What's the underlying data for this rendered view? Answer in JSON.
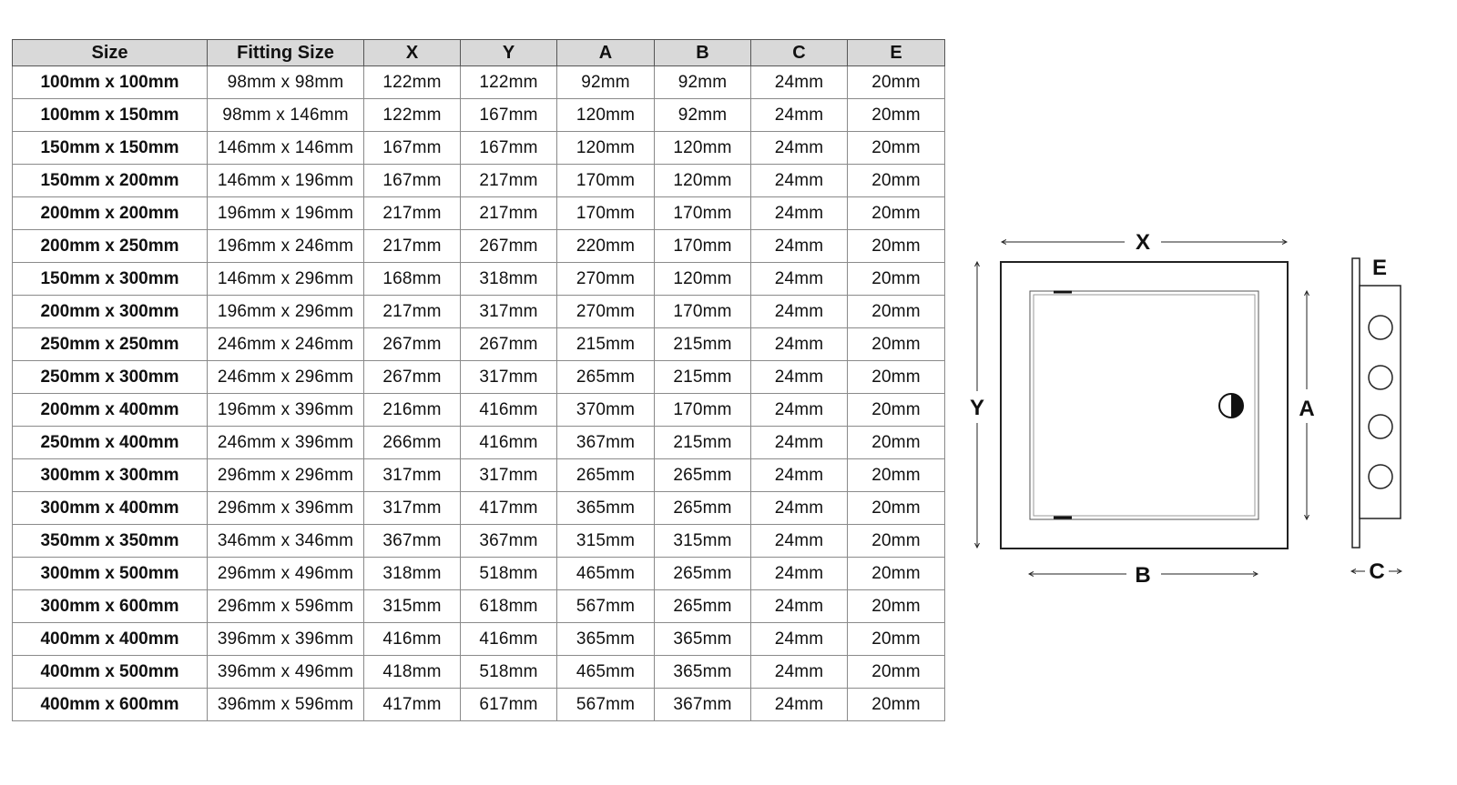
{
  "table": {
    "headers": [
      "Size",
      "Fitting Size",
      "X",
      "Y",
      "A",
      "B",
      "C",
      "E"
    ],
    "rows": [
      [
        "100mm x 100mm",
        "98mm x 98mm",
        "122mm",
        "122mm",
        "92mm",
        "92mm",
        "24mm",
        "20mm"
      ],
      [
        "100mm x 150mm",
        "98mm x 146mm",
        "122mm",
        "167mm",
        "120mm",
        "92mm",
        "24mm",
        "20mm"
      ],
      [
        "150mm x 150mm",
        "146mm x 146mm",
        "167mm",
        "167mm",
        "120mm",
        "120mm",
        "24mm",
        "20mm"
      ],
      [
        "150mm x 200mm",
        "146mm x 196mm",
        "167mm",
        "217mm",
        "170mm",
        "120mm",
        "24mm",
        "20mm"
      ],
      [
        "200mm x 200mm",
        "196mm x 196mm",
        "217mm",
        "217mm",
        "170mm",
        "170mm",
        "24mm",
        "20mm"
      ],
      [
        "200mm x 250mm",
        "196mm x 246mm",
        "217mm",
        "267mm",
        "220mm",
        "170mm",
        "24mm",
        "20mm"
      ],
      [
        "150mm x 300mm",
        "146mm x 296mm",
        "168mm",
        "318mm",
        "270mm",
        "120mm",
        "24mm",
        "20mm"
      ],
      [
        "200mm x 300mm",
        "196mm x 296mm",
        "217mm",
        "317mm",
        "270mm",
        "170mm",
        "24mm",
        "20mm"
      ],
      [
        "250mm x 250mm",
        "246mm x 246mm",
        "267mm",
        "267mm",
        "215mm",
        "215mm",
        "24mm",
        "20mm"
      ],
      [
        "250mm x 300mm",
        "246mm x 296mm",
        "267mm",
        "317mm",
        "265mm",
        "215mm",
        "24mm",
        "20mm"
      ],
      [
        "200mm x 400mm",
        "196mm x 396mm",
        "216mm",
        "416mm",
        "370mm",
        "170mm",
        "24mm",
        "20mm"
      ],
      [
        "250mm x 400mm",
        "246mm x 396mm",
        "266mm",
        "416mm",
        "367mm",
        "215mm",
        "24mm",
        "20mm"
      ],
      [
        "300mm x 300mm",
        "296mm x 296mm",
        "317mm",
        "317mm",
        "265mm",
        "265mm",
        "24mm",
        "20mm"
      ],
      [
        "300mm x 400mm",
        "296mm x 396mm",
        "317mm",
        "417mm",
        "365mm",
        "265mm",
        "24mm",
        "20mm"
      ],
      [
        "350mm x 350mm",
        "346mm x 346mm",
        "367mm",
        "367mm",
        "315mm",
        "315mm",
        "24mm",
        "20mm"
      ],
      [
        "300mm x 500mm",
        "296mm x 496mm",
        "318mm",
        "518mm",
        "465mm",
        "265mm",
        "24mm",
        "20mm"
      ],
      [
        "300mm x 600mm",
        "296mm x 596mm",
        "315mm",
        "618mm",
        "567mm",
        "265mm",
        "24mm",
        "20mm"
      ],
      [
        "400mm x 400mm",
        "396mm x 396mm",
        "416mm",
        "416mm",
        "365mm",
        "365mm",
        "24mm",
        "20mm"
      ],
      [
        "400mm x 500mm",
        "396mm x 496mm",
        "418mm",
        "518mm",
        "465mm",
        "365mm",
        "24mm",
        "20mm"
      ],
      [
        "400mm x 600mm",
        "396mm x 596mm",
        "417mm",
        "617mm",
        "567mm",
        "367mm",
        "24mm",
        "20mm"
      ]
    ]
  },
  "diagram": {
    "labels": {
      "x": "X",
      "y": "Y",
      "a": "A",
      "b": "B",
      "c": "C",
      "e": "E"
    },
    "icons": {
      "lock": "half-filled-circle-icon",
      "side_holes": "circle-icon"
    },
    "colors": {
      "line": "#222222",
      "header_bg": "#d9d9d9",
      "grid": "#8a8a8a"
    }
  }
}
